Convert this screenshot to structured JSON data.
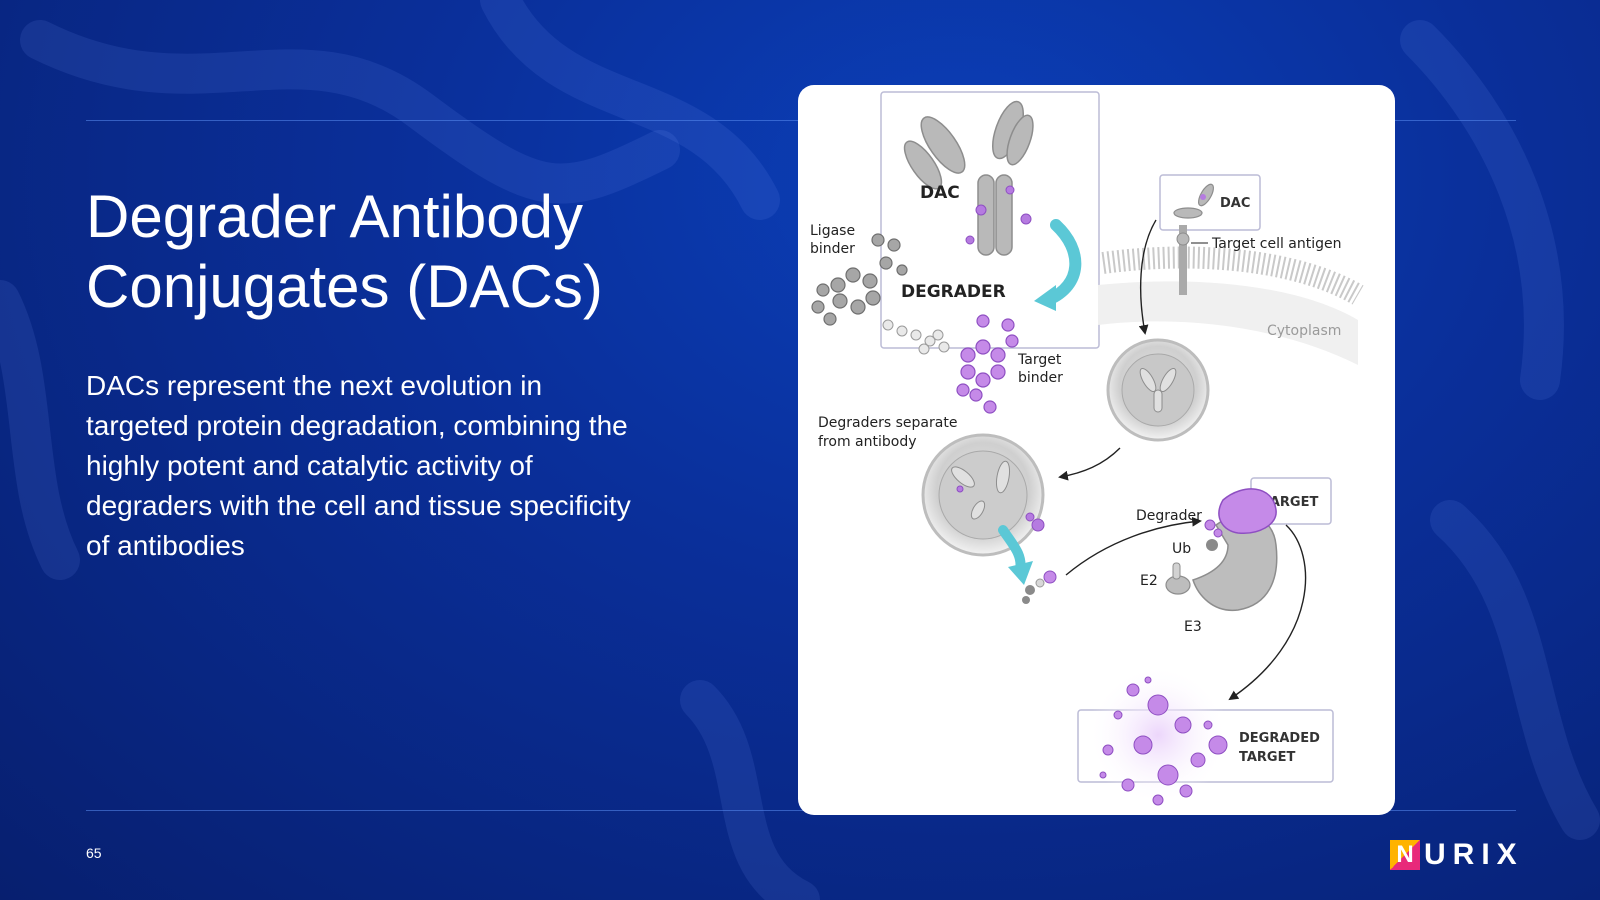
{
  "slide": {
    "title_line1": "Degrader Antibody",
    "title_line2": "Conjugates (DACs)",
    "body": "DACs represent the next evolution in targeted protein degradation, combining the highly potent and catalytic activity of degraders with the cell and tissue specificity of antibodies",
    "page_number": "65",
    "logo_text": "URIX",
    "logo_initial": "N"
  },
  "diagram": {
    "dac": "DAC",
    "ligase_binder_line1": "Ligase",
    "ligase_binder_line2": "binder",
    "degrader_header": "DEGRADER",
    "target_binder_line1": "Target",
    "target_binder_line2": "binder",
    "dac_box": "DAC",
    "target_cell_antigen": "Target cell antigen",
    "cytoplasm": "Cytoplasm",
    "degraders_separate_line1": "Degraders separate",
    "degraders_separate_line2": "from antibody",
    "degrader": "Degrader",
    "target": "TARGET",
    "ub": "Ub",
    "e2": "E2",
    "e3": "E3",
    "degraded_target_line1": "DEGRADED",
    "degraded_target_line2": "TARGET"
  },
  "colors": {
    "background": "#0a2f9a",
    "accent_teal": "#5bc8d6",
    "accent_purple": "#b57be0",
    "logo_orange": "#ffb300",
    "logo_pink": "#e8297a"
  }
}
